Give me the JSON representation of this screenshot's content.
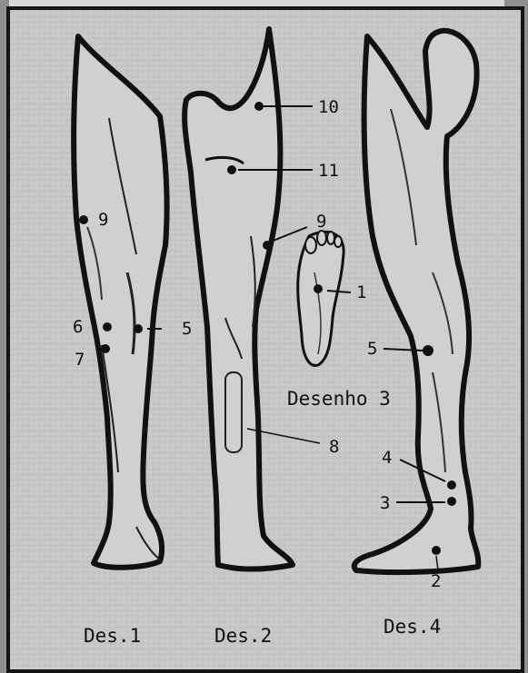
{
  "figure": {
    "captions": {
      "des1": "Des.1",
      "des2": "Des.2",
      "des3": "Desenho 3",
      "des4": "Des.4"
    },
    "des1_points": [
      "9",
      "6",
      "7",
      "5"
    ],
    "des2_points": [
      "10",
      "11",
      "9",
      "8"
    ],
    "des3_points": [
      "1"
    ],
    "des4_points": [
      "5",
      "4",
      "3",
      "2"
    ]
  },
  "colors": {
    "paper": "#c9c9c9",
    "ink": "#111111",
    "frame": "#141414"
  }
}
